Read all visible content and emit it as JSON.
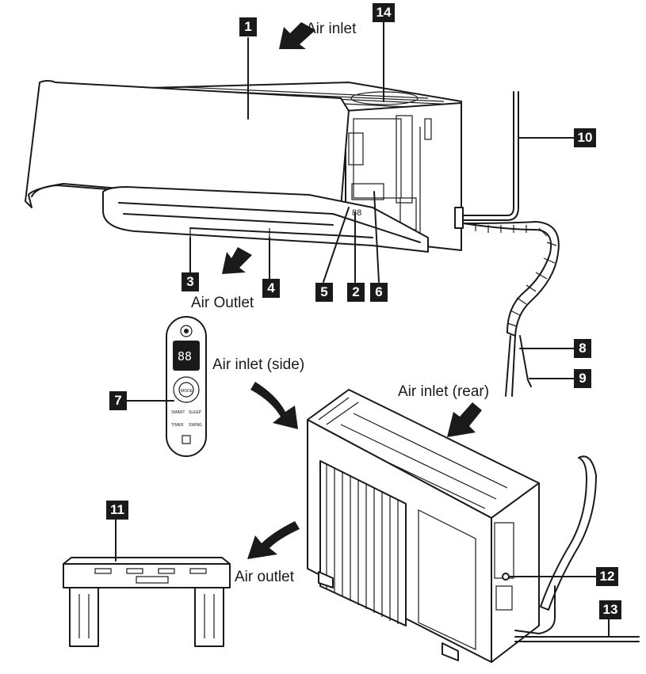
{
  "labels": {
    "air_inlet_top": "Air inlet",
    "air_outlet_indoor": "Air Outlet",
    "air_inlet_side": "Air inlet (side)",
    "air_inlet_rear": "Air inlet (rear)",
    "air_outlet_outdoor": "Air outlet"
  },
  "callouts": {
    "c1": "1",
    "c2": "2",
    "c3": "3",
    "c4": "4",
    "c5": "5",
    "c6": "6",
    "c7": "7",
    "c8": "8",
    "c9": "9",
    "c10": "10",
    "c11": "11",
    "c12": "12",
    "c13": "13",
    "c14": "14"
  },
  "remote": {
    "display": "88",
    "smart_label": "SMART",
    "sleep_label": "SLEEP",
    "timer_label": "TIMER",
    "swing_label": "SWING",
    "mode_label": "MODE"
  },
  "colors": {
    "line": "#1a1a1a",
    "background": "#ffffff"
  }
}
